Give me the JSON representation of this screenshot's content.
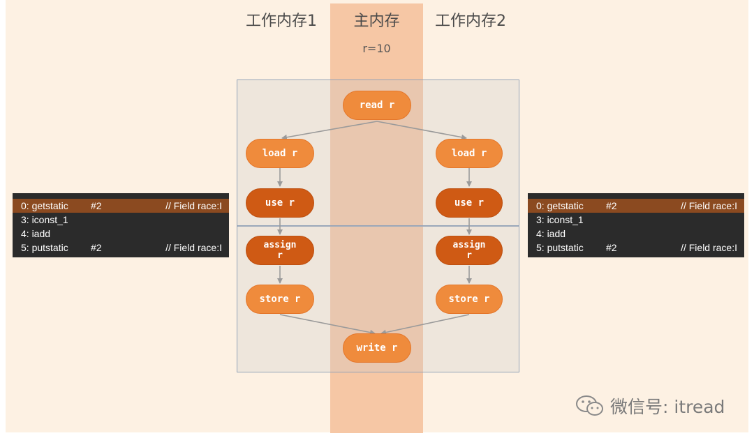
{
  "columns": {
    "left_title": "工作内存1",
    "main_title": "主内存",
    "right_title": "工作内存2",
    "main_value": "r=10"
  },
  "nodes": {
    "read": "read r",
    "load_left": "load r",
    "load_right": "load r",
    "use_left": "use r",
    "use_right": "use r",
    "assign_left": "assign\nr",
    "assign_right": "assign\nr",
    "store_left": "store r",
    "store_right": "store r",
    "write": "write r"
  },
  "left_code": {
    "rows": [
      {
        "c1": "0: getstatic",
        "c2": "#2",
        "c3": "// Field race:I"
      },
      {
        "c1": "3: iconst_1",
        "c2": "",
        "c3": ""
      },
      {
        "c1": "4: iadd",
        "c2": "",
        "c3": ""
      },
      {
        "c1": "5: putstatic",
        "c2": "#2",
        "c3": "// Field race:I"
      }
    ]
  },
  "right_code": {
    "rows": [
      {
        "c1": "0: getstatic",
        "c2": "#2",
        "c3": "// Field race:I"
      },
      {
        "c1": "3: iconst_1",
        "c2": "",
        "c3": ""
      },
      {
        "c1": "4: iadd",
        "c2": "",
        "c3": ""
      },
      {
        "c1": "5: putstatic",
        "c2": "#2",
        "c3": "// Field race:I"
      }
    ]
  },
  "watermark": {
    "text": "微信号: itread",
    "icon": "wechat-icon"
  },
  "colors": {
    "light_node": "#ef8b3c",
    "dark_node": "#cf5a14",
    "main_band": "#f6c7a5",
    "background": "#fdf1e3"
  }
}
